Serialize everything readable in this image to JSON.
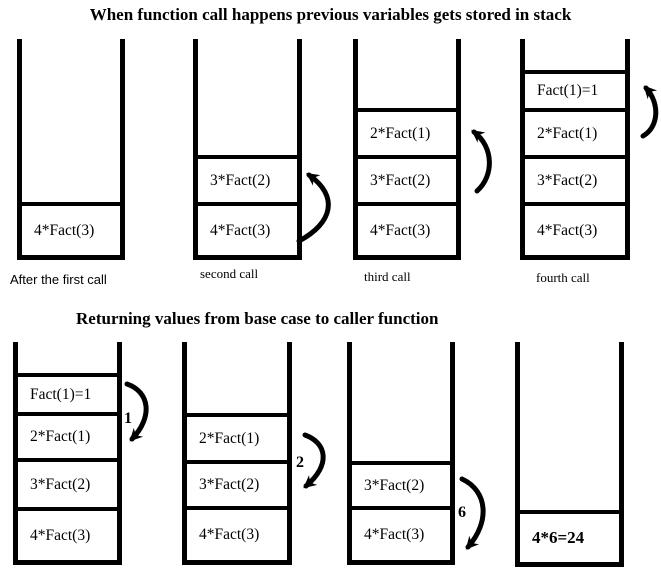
{
  "colors": {
    "ink": "#000000",
    "background": "#ffffff"
  },
  "top_section": {
    "title": "When function call happens previous variables gets stored in stack",
    "stacks": [
      {
        "caption": "After the first call",
        "cells": [
          "4*Fact(3)"
        ]
      },
      {
        "caption": "second call",
        "cells": [
          "3*Fact(2)",
          "4*Fact(3)"
        ]
      },
      {
        "caption": "third call",
        "cells": [
          "2*Fact(1)",
          "3*Fact(2)",
          "4*Fact(3)"
        ]
      },
      {
        "caption": "fourth call",
        "cells": [
          "Fact(1)=1",
          "2*Fact(1)",
          "3*Fact(2)",
          "4*Fact(3)"
        ]
      }
    ]
  },
  "bottom_section": {
    "title": "Returning values from base case to caller function",
    "stacks": [
      {
        "cells": [
          "Fact(1)=1",
          "2*Fact(1)",
          "3*Fact(2)",
          "4*Fact(3)"
        ],
        "arrow_label": "1"
      },
      {
        "cells": [
          "2*Fact(1)",
          "3*Fact(2)",
          "4*Fact(3)"
        ],
        "arrow_label": "2"
      },
      {
        "cells": [
          "3*Fact(2)",
          "4*Fact(3)"
        ],
        "arrow_label": "6"
      },
      {
        "cells": [
          "4*6=24"
        ]
      }
    ]
  }
}
